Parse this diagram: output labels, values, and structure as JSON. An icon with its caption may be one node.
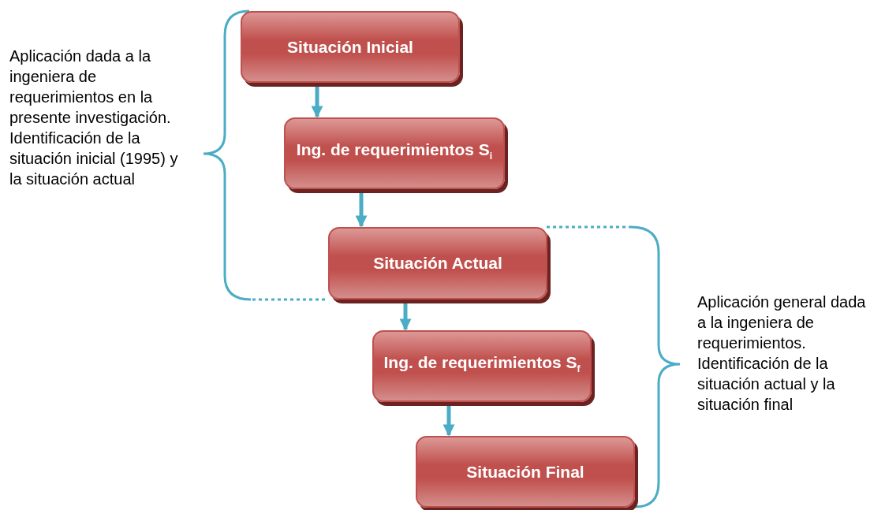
{
  "diagram": {
    "nodes": [
      {
        "text": [
          "Situación Inicial"
        ]
      },
      {
        "text": [
          "Ing. de requerimientos S$_{i}$"
        ]
      },
      {
        "text": [
          "Situación Actual"
        ]
      },
      {
        "text": [
          "Ing. de requerimientos S$_{f}$"
        ]
      },
      {
        "text": [
          "Situación Final"
        ]
      }
    ],
    "edges": [
      {
        "from": 0,
        "to": 1,
        "arrow": "to"
      },
      {
        "from": 1,
        "to": 2,
        "arrow": "to"
      },
      {
        "from": 2,
        "to": 3,
        "arrow": "to"
      },
      {
        "from": 3,
        "to": 4,
        "arrow": "to"
      }
    ],
    "labels": [
      "Aplicación dada a la ingeniera de requerimientos en la presente investigación. Identificación de la situación inicial (1995) y la situación actual",
      "Aplicación general dada a la ingeniera de requerimientos. Identificación de la situación actual y la situación final"
    ]
  }
}
